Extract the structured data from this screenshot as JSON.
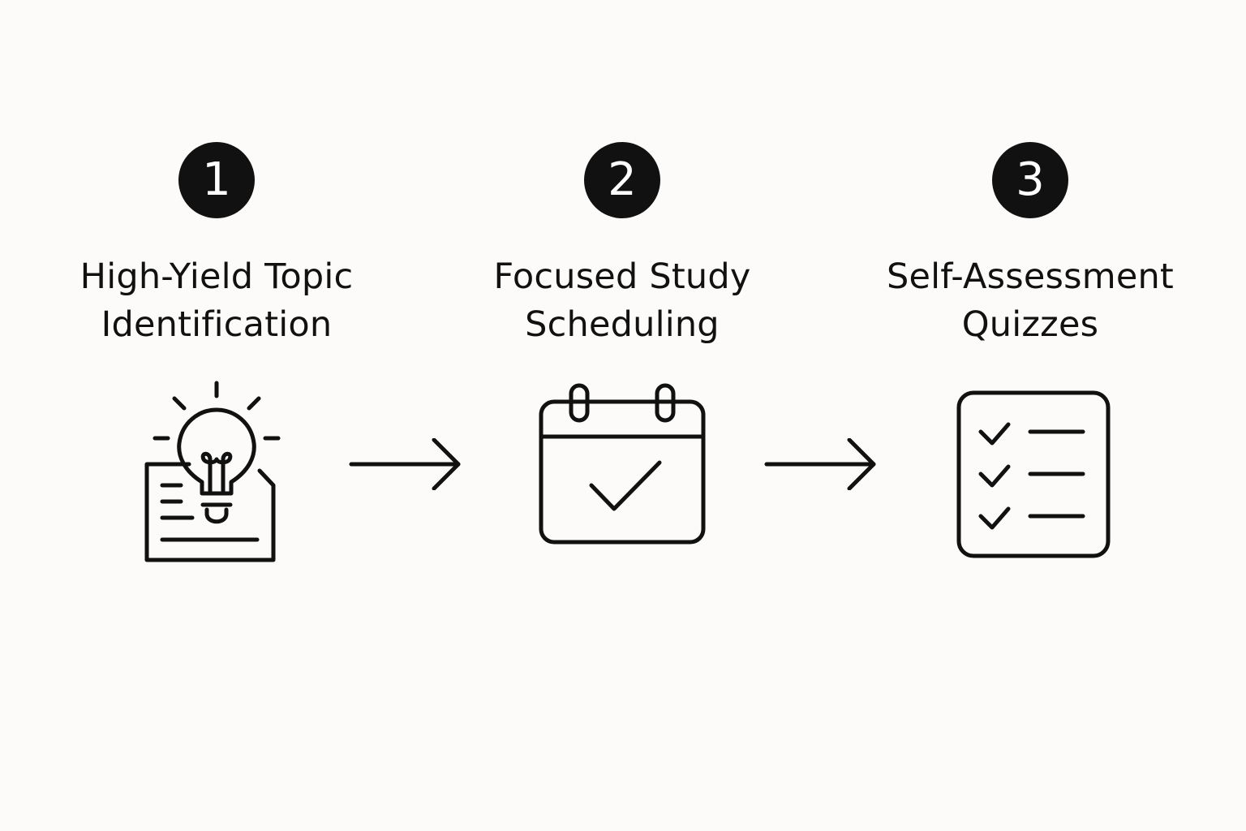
{
  "steps": [
    {
      "number": "1",
      "title_line1": "High-Yield Topic",
      "title_line2": "Identification",
      "icon": "lightbulb-document-icon"
    },
    {
      "number": "2",
      "title_line1": "Focused Study",
      "title_line2": "Scheduling",
      "icon": "calendar-check-icon"
    },
    {
      "number": "3",
      "title_line1": "Self-Assessment",
      "title_line2": "Quizzes",
      "icon": "checklist-icon"
    }
  ],
  "connectors": [
    "arrow-right-icon",
    "arrow-right-icon"
  ],
  "colors": {
    "background": "#fcfbf9",
    "ink": "#111111",
    "badge_text": "#ffffff"
  }
}
